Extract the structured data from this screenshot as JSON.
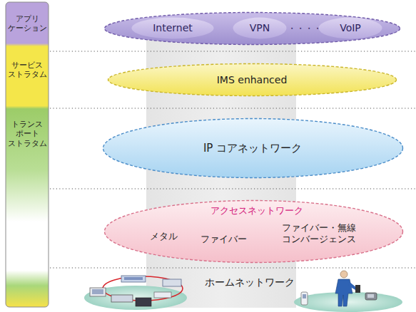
{
  "diagram": {
    "nodes": [
      {
        "text": [
          "アプリ ケーション"
        ]
      },
      {
        "text": [
          "サービス ストラタム"
        ]
      },
      {
        "text": [
          "トランス ポート ストラタム"
        ]
      },
      {
        "text": [
          "・・・・"
        ]
      },
      {
        "text": [
          "Internet"
        ],
        "in": 3
      },
      {
        "text": [
          "VPN"
        ],
        "in": 3
      },
      {
        "text": [
          "VoIP"
        ],
        "in": 3
      },
      {
        "text": [
          "IMS enhanced"
        ]
      },
      {
        "text": [
          "IP コアネットワーク"
        ]
      },
      {
        "text": [
          "アクセスネットワーク",
          "メタル",
          "ファイバー",
          "ファイバー・無線 コンバージェンス"
        ]
      }
    ],
    "labels": [
      "ホームネットワーク"
    ]
  }
}
